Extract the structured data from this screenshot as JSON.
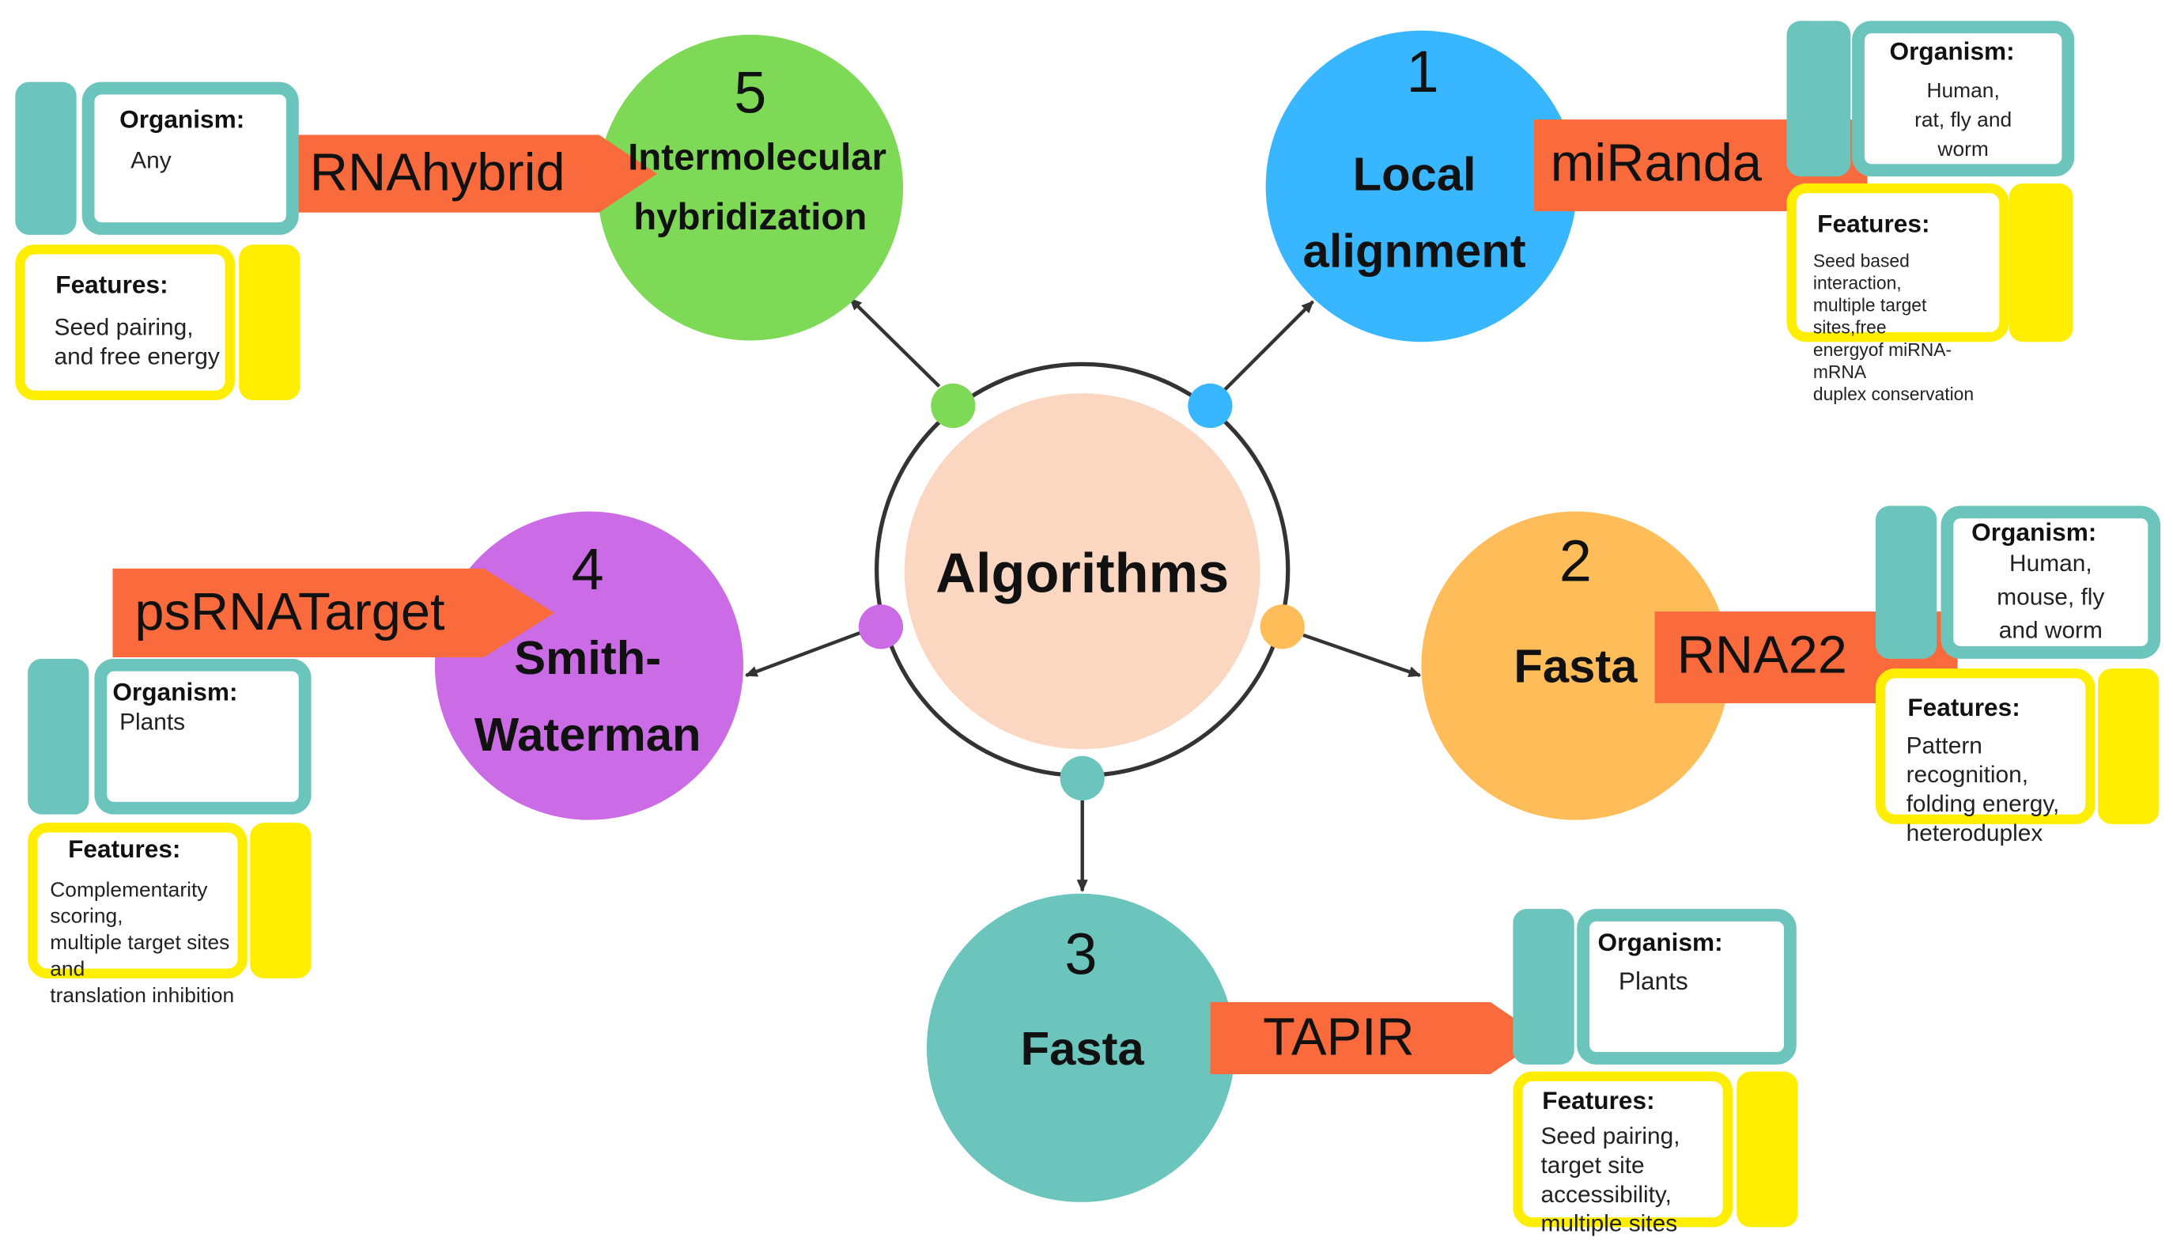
{
  "center": {
    "label": "Algorithms"
  },
  "colors": {
    "green": "#7ed957",
    "blue": "#38b6ff",
    "orange": "#ffbd59",
    "teal": "#6cc5bd",
    "purple": "#cb6ce6",
    "peach": "#fbd7c1",
    "banner": "#f96b3c",
    "yellow": "#ffee00"
  },
  "algorithms": [
    {
      "number": "1",
      "method": [
        "Local",
        "alignment"
      ],
      "tool": "miRanda",
      "organism_label": "Organism:",
      "organism": "Human,\nrat, fly and\nworm",
      "features_label": "Features:",
      "features": "Seed based interaction,\nmultiple target sites,free\nenergyof miRNA-mRNA\nduplex conservation"
    },
    {
      "number": "2",
      "method": [
        "Fasta"
      ],
      "tool": "RNA22",
      "organism_label": "Organism:",
      "organism": "Human,\nmouse, fly\nand worm",
      "features_label": "Features:",
      "features": " Pattern recognition,\nfolding energy,\nheteroduplex"
    },
    {
      "number": "3",
      "method": [
        "Fasta"
      ],
      "tool": "TAPIR",
      "organism_label": "Organism:",
      "organism": "Plants",
      "features_label": "Features:",
      "features": " Seed pairing,\ntarget site accessibility,\nmultiple sites"
    },
    {
      "number": "4",
      "method": [
        "Smith-",
        "Waterman"
      ],
      "tool": "psRNATarget",
      "organism_label": "Organism:",
      "organism": "Plants",
      "features_label": "Features:",
      "features": "Complementarity scoring,\nmultiple target sites and\n translation inhibition"
    },
    {
      "number": "5",
      "method": [
        "Intermolecular",
        "hybridization"
      ],
      "tool": "RNAhybrid",
      "organism_label": "Organism:",
      "organism": "Any",
      "features_label": "Features:",
      "features": "Seed pairing,\nand free energy"
    }
  ]
}
